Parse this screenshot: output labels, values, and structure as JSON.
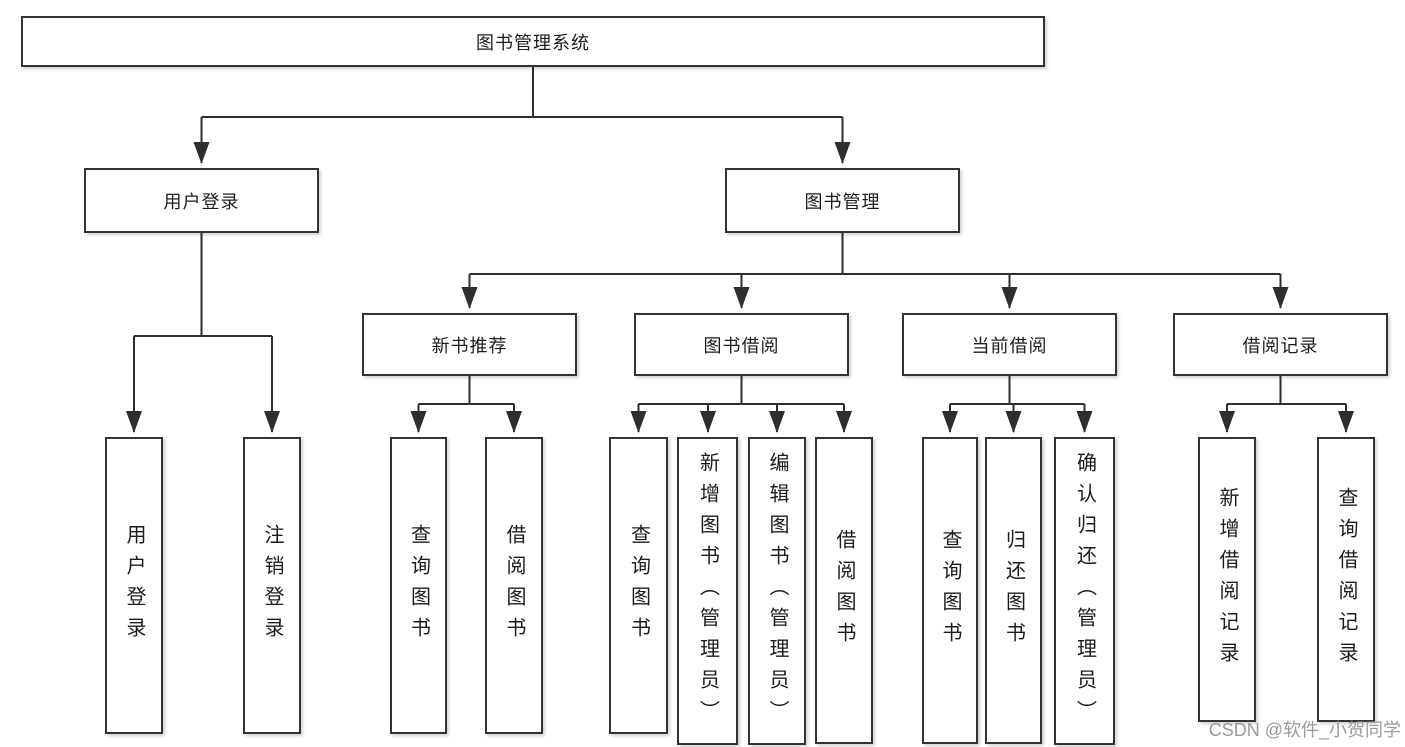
{
  "watermark": {
    "text": "CSDN @软件_小贺同学"
  },
  "colors": {
    "background": "#ffffff",
    "line": "#2e2e2e",
    "box_border": "#333333",
    "box_fill": "#ffffff",
    "text": "#1c1c1c",
    "watermark_text": "#9b9b9b"
  },
  "tree": {
    "label": "图书管理系统",
    "children": [
      {
        "label": "用户登录",
        "children": [
          {
            "label": "用户登录"
          },
          {
            "label": "注销登录"
          }
        ]
      },
      {
        "label": "图书管理",
        "children": [
          {
            "label": "新书推荐",
            "children": [
              {
                "label": "查询图书"
              },
              {
                "label": "借阅图书"
              }
            ]
          },
          {
            "label": "图书借阅",
            "children": [
              {
                "label": "查询图书"
              },
              {
                "label": "新增图书（管理员）"
              },
              {
                "label": "编辑图书（管理员）"
              },
              {
                "label": "借阅图书"
              }
            ]
          },
          {
            "label": "当前借阅",
            "children": [
              {
                "label": "查询图书"
              },
              {
                "label": "归还图书"
              },
              {
                "label": "确认归还（管理员）"
              }
            ]
          },
          {
            "label": "借阅记录",
            "children": [
              {
                "label": "新增借阅记录"
              },
              {
                "label": "查询借阅记录"
              }
            ]
          }
        ]
      }
    ]
  }
}
